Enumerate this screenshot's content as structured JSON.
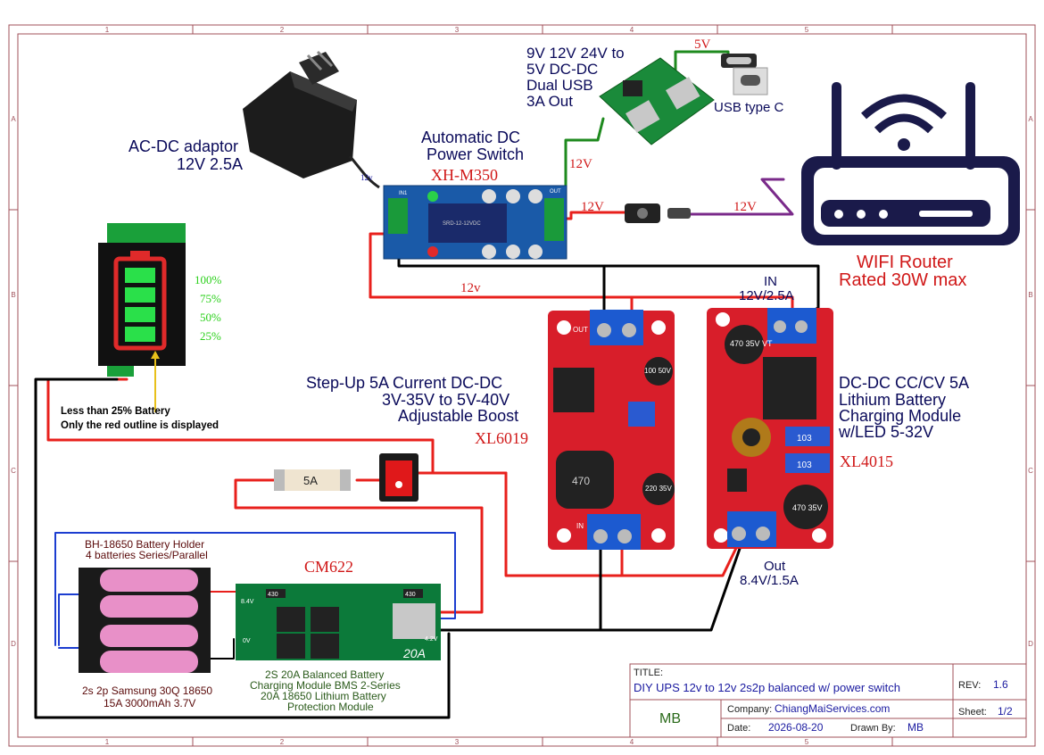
{
  "colors": {
    "frame": "#a0505a",
    "wire_red": "#e8201c",
    "wire_black": "#000000",
    "wire_green": "#1e8a1e",
    "wire_blue": "#1c3dd0",
    "wire_purple": "#7a2a8a",
    "pcb_red": "#d81e2a",
    "pcb_green": "#0c7a3a",
    "pcb_blue": "#1a5aa8",
    "label_navy": "#0a0a5a",
    "label_red": "#d01818",
    "label_green": "#2a8a1e",
    "label_blue": "#1a1aa0"
  },
  "frame": {
    "columns": [
      "1",
      "2",
      "3",
      "4",
      "5"
    ],
    "rows": [
      "A",
      "B",
      "C",
      "D"
    ]
  },
  "components": {
    "adaptor": {
      "label": "AC-DC adaptor",
      "spec": "12V 2.5A",
      "cable_tag": "12v"
    },
    "power_switch": {
      "title_line1": "Automatic DC",
      "title_line2": "Power Switch",
      "model": "XH-M350",
      "silk_in": "IN1",
      "silk_out": "OUT",
      "relay_text": "SRD-12-12VDC"
    },
    "dcdc_usb": {
      "line1": "9V 12V 24V to",
      "line2": "5V DC-DC",
      "line3": "Dual USB",
      "line4": "3A Out"
    },
    "usb_c": {
      "label": "USB type C"
    },
    "router": {
      "line1": "WIFI Router",
      "line2": "Rated 30W max"
    },
    "battery_indicator": {
      "levels": [
        "100%",
        "75%",
        "50%",
        "25%"
      ],
      "note_line1": "Less than 25% Battery",
      "note_line2": "Only the red outline is displayed"
    },
    "boost": {
      "line1": "Step-Up 5A Current DC-DC",
      "line2": "3V-35V to 5V-40V",
      "line3": "Adjustable Boost",
      "model": "XL6019",
      "silk_out": "OUT",
      "silk_in": "IN",
      "cap_top": "100 50V",
      "cap_bottom": "220 35V",
      "inductor": "470"
    },
    "charger": {
      "line1": "DC-DC CC/CV 5A",
      "line2": "Lithium Battery",
      "line3": "Charging Module",
      "line4": "w/LED 5-32V",
      "model": "XL4015",
      "in_label": "IN",
      "in_spec": "12V/2.5A",
      "out_label": "Out",
      "out_spec": "8.4V/1.5A",
      "cap_top": "470 35V VT",
      "cap_bottom": "470 35V",
      "trim1": "103",
      "trim2": "103"
    },
    "fuse": {
      "label": "5A"
    },
    "bms": {
      "model": "CM622",
      "line1": "2S 20A Balanced Battery",
      "line2": "Charging Module BMS 2-Series",
      "line3": "20A 18650 Lithium Battery",
      "line4": "Protection Module",
      "rating": "20A",
      "pad_84v": "8.4V",
      "pad_0v": "0V",
      "pad_42v": "4.2V",
      "resistor": "430"
    },
    "battery_holder": {
      "line1": "BH-18650 Battery Holder",
      "line2": "4 batteries Series/Parallel",
      "cells_line1": "2s 2p Samsung 30Q 18650",
      "cells_line2": "15A 3000mAh 3.7V"
    }
  },
  "wires": {
    "label_5v": "5V",
    "label_12v": "12V",
    "label_12v_lower": "12v"
  },
  "title_block": {
    "title_label": "TITLE:",
    "title": "DIY UPS 12v to 12v 2s2p balanced w/ power switch",
    "rev_label": "REV:",
    "rev": "1.6",
    "logo": "MB",
    "company_label": "Company:",
    "company": "ChiangMaiServices.com",
    "sheet_label": "Sheet:",
    "sheet": "1/2",
    "date_label": "Date:",
    "date": "2026-08-20",
    "drawn_label": "Drawn By:",
    "drawn": "MB"
  }
}
